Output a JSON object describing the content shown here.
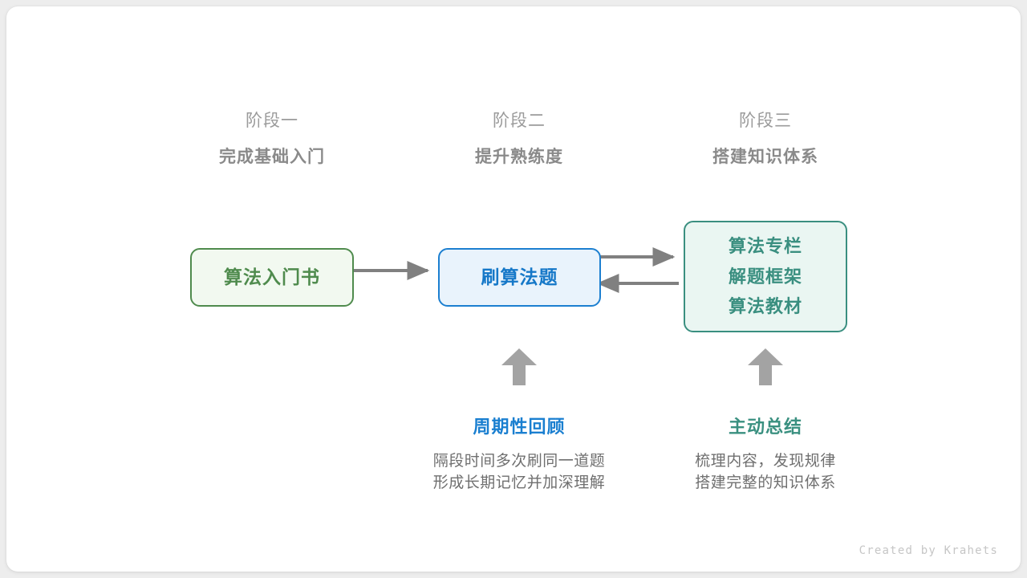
{
  "canvas": {
    "background": "#ffffff",
    "page_background": "#ededed"
  },
  "stages": [
    {
      "name": "阶段一",
      "goal": "完成基础入门"
    },
    {
      "name": "阶段二",
      "goal": "提升熟练度"
    },
    {
      "name": "阶段三",
      "goal": "搭建知识体系"
    }
  ],
  "nodes": {
    "book": {
      "label": "算法入门书",
      "color": "#4f8b4d",
      "fill": "#f2f9f0"
    },
    "practice": {
      "label": "刷算法题",
      "color": "#1678c8",
      "fill": "#e9f3fc"
    },
    "resources": {
      "lines": [
        "算法专栏",
        "解题框架",
        "算法教材"
      ],
      "color": "#3a8f80",
      "fill": "#eaf6f2"
    }
  },
  "arrows": {
    "color": "#808080",
    "up_arrow_color": "#a3a3a3",
    "connections": [
      {
        "from": "算法入门书",
        "to": "刷算法题",
        "direction": "right"
      },
      {
        "from": "刷算法题",
        "to": "算法专栏/解题框架/算法教材",
        "direction": "right"
      },
      {
        "from": "算法专栏/解题框架/算法教材",
        "to": "刷算法题",
        "direction": "left"
      },
      {
        "from": "周期性回顾",
        "to": "刷算法题",
        "direction": "up"
      },
      {
        "from": "主动总结",
        "to": "算法专栏/解题框架/算法教材",
        "direction": "up"
      }
    ]
  },
  "annotations": [
    {
      "title": "周期性回顾",
      "color": "#1a7fd0",
      "desc_lines": [
        "隔段时间多次刷同一道题",
        "形成长期记忆并加深理解"
      ]
    },
    {
      "title": "主动总结",
      "color": "#3a9080",
      "desc_lines": [
        "梳理内容，发现规律",
        "搭建完整的知识体系"
      ]
    }
  ],
  "credit": "Created by Krahets"
}
